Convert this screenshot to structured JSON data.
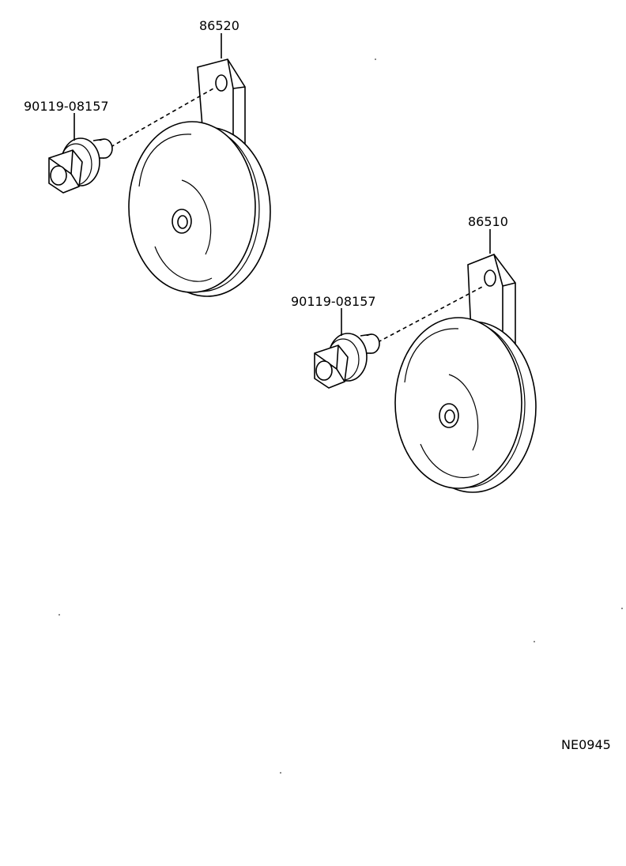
{
  "diagram": {
    "labels": {
      "horn_upper_part": "86520",
      "bolt_upper_part": "90119-08157",
      "horn_lower_part": "86510",
      "bolt_lower_part": "90119-08157",
      "drawing_code": "NE0945"
    }
  }
}
